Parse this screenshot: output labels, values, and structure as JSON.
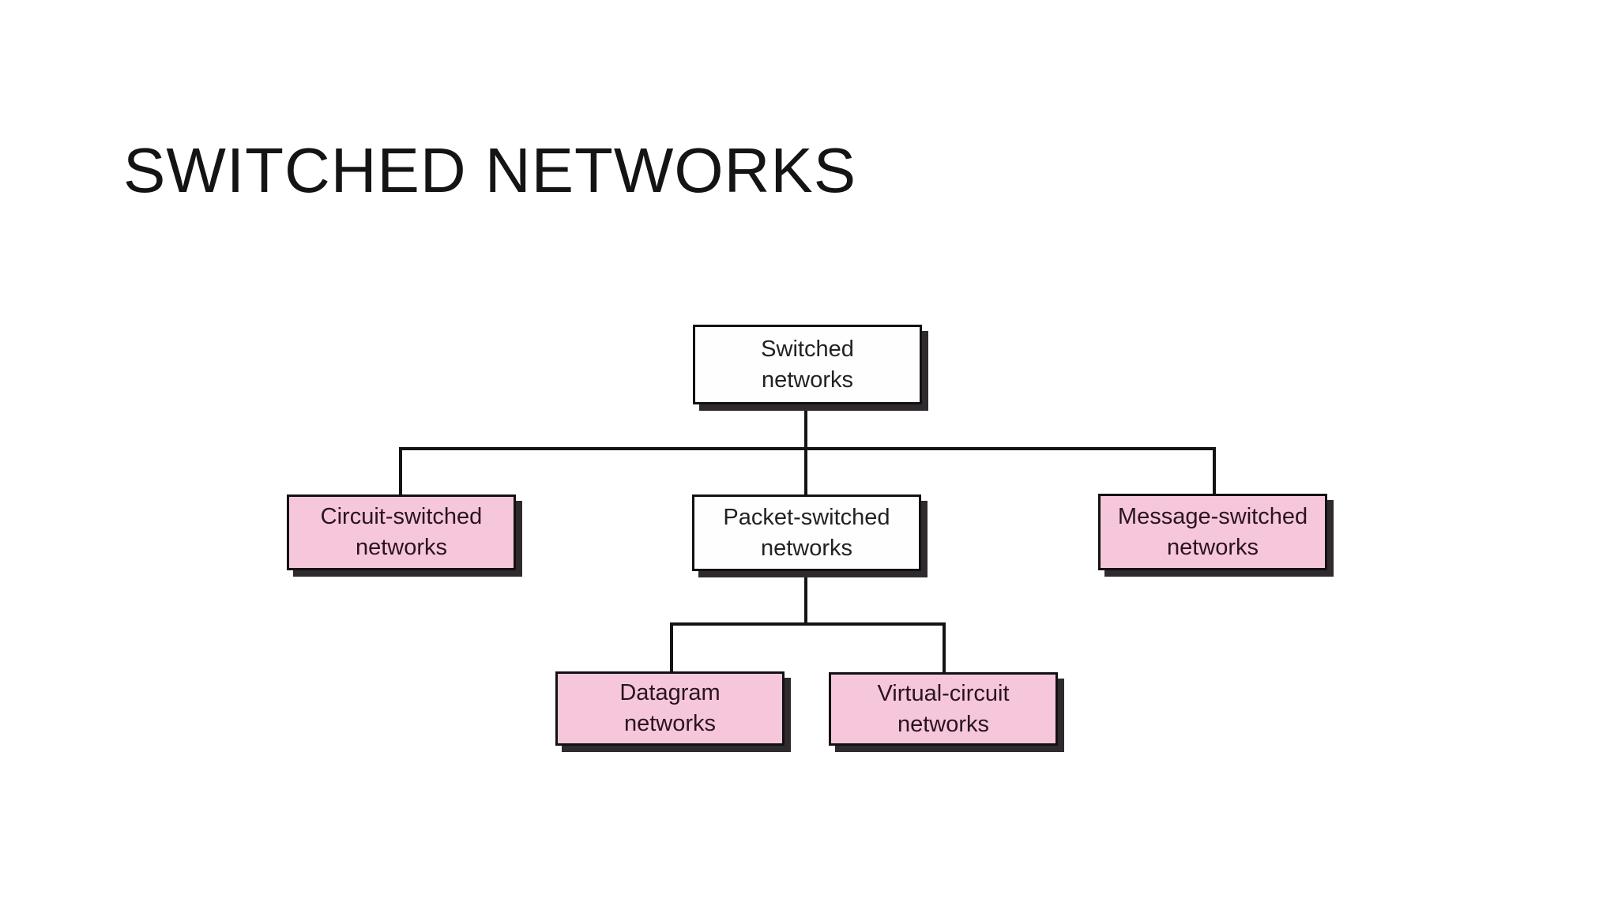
{
  "slide": {
    "title": "SWITCHED NETWORKS"
  },
  "colors": {
    "background": "#ffffff",
    "title_text": "#141414",
    "node_border": "#121212",
    "node_white": "#fefefe",
    "node_pink": "#f6c7db",
    "node_text_black": "#222222",
    "node_text_dark": "#2a1322",
    "shadow": "#2e2a2e",
    "line": "#141414"
  },
  "diagram": {
    "nodes": [
      {
        "id": "switched",
        "line1": "Switched",
        "line2": "networks",
        "fill": "white"
      },
      {
        "id": "circuit",
        "line1": "Circuit-switched",
        "line2": "networks",
        "fill": "pink"
      },
      {
        "id": "packet",
        "line1": "Packet-switched",
        "line2": "networks",
        "fill": "white"
      },
      {
        "id": "message",
        "line1": "Message-switched",
        "line2": "networks",
        "fill": "pink"
      },
      {
        "id": "datagram",
        "line1": "Datagram",
        "line2": "networks",
        "fill": "pink"
      },
      {
        "id": "virtual",
        "line1": "Virtual-circuit",
        "line2": "networks",
        "fill": "pink"
      }
    ]
  }
}
